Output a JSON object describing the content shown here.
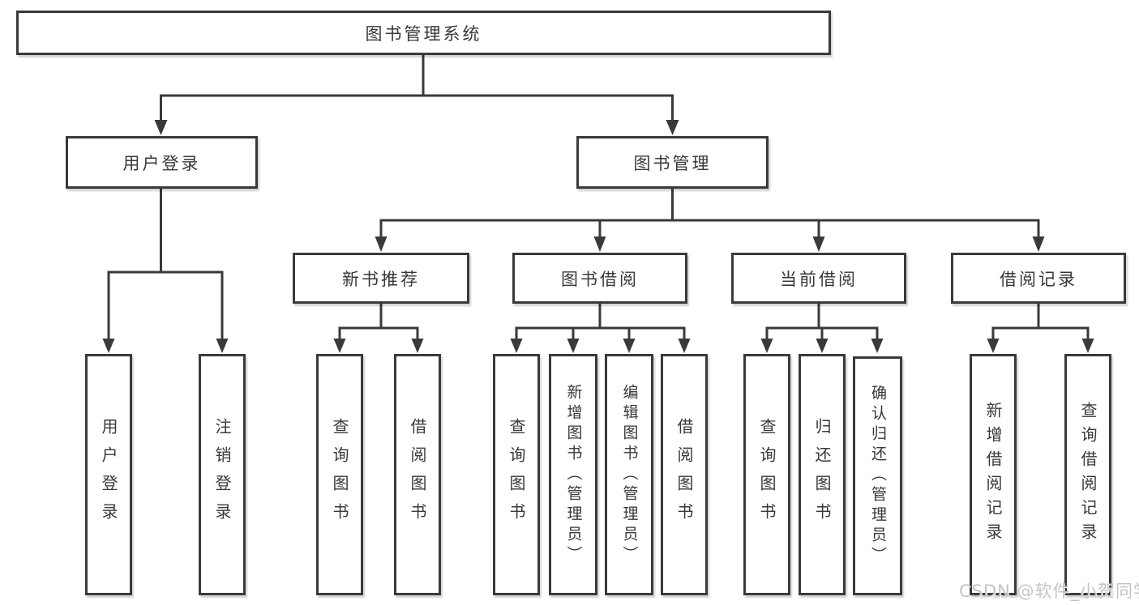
{
  "diagram": {
    "root": {
      "label": "图书管理系统"
    },
    "branches": [
      {
        "label": "用户登录",
        "children": [
          {
            "label": "用户登录"
          },
          {
            "label": "注销登录"
          }
        ]
      },
      {
        "label": "图书管理",
        "children": [
          {
            "label": "新书推荐",
            "children": [
              {
                "label": "查询图书"
              },
              {
                "label": "借阅图书"
              }
            ]
          },
          {
            "label": "图书借阅",
            "children": [
              {
                "label": "查询图书"
              },
              {
                "label": "新增图书（管理员）"
              },
              {
                "label": "编辑图书（管理员）"
              },
              {
                "label": "借阅图书"
              }
            ]
          },
          {
            "label": "当前借阅",
            "children": [
              {
                "label": "查询图书"
              },
              {
                "label": "归还图书"
              },
              {
                "label": "确认归还（管理员）"
              }
            ]
          },
          {
            "label": "借阅记录",
            "children": [
              {
                "label": "新增借阅记录"
              },
              {
                "label": "查询借阅记录"
              }
            ]
          }
        ]
      }
    ]
  },
  "watermark": {
    "text": "CSDN @软件_小贺同学"
  },
  "colors": {
    "line": "#3a3a3a",
    "text": "#383838",
    "background": "#ffffff",
    "watermark": "#c4c4c4"
  }
}
